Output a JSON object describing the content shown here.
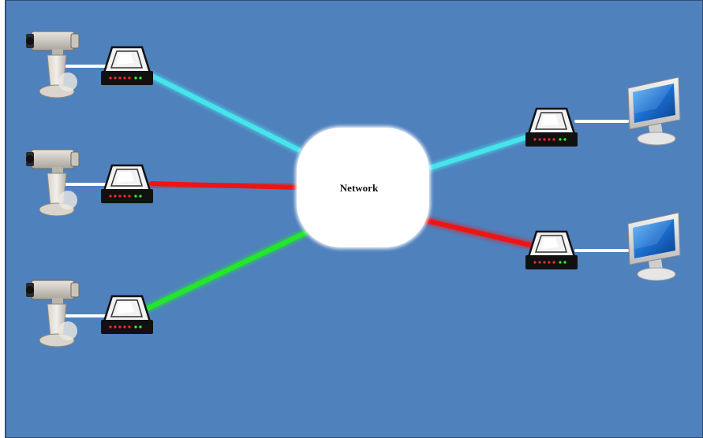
{
  "diagram": {
    "background_color": "#4f81bd",
    "border_color": "#2f4f75",
    "network": {
      "label": "Network",
      "fill": "#ffffff"
    },
    "links": [
      {
        "from": "router-camera-1",
        "to": "network",
        "color": "#46e4ec"
      },
      {
        "from": "router-camera-2",
        "to": "network",
        "color": "#ee1414"
      },
      {
        "from": "router-camera-3",
        "to": "network",
        "color": "#22e82a"
      },
      {
        "from": "network",
        "to": "router-monitor-1",
        "color": "#46e4ec"
      },
      {
        "from": "network",
        "to": "router-monitor-2",
        "color": "#ee1414"
      }
    ],
    "devices": {
      "cameras": [
        "security-camera-icon",
        "security-camera-icon",
        "security-camera-icon"
      ],
      "routers": [
        "router-icon",
        "router-icon",
        "router-icon",
        "router-icon",
        "router-icon"
      ],
      "monitors": [
        "monitor-icon",
        "monitor-icon"
      ]
    },
    "cable_color": "#ffffff"
  }
}
